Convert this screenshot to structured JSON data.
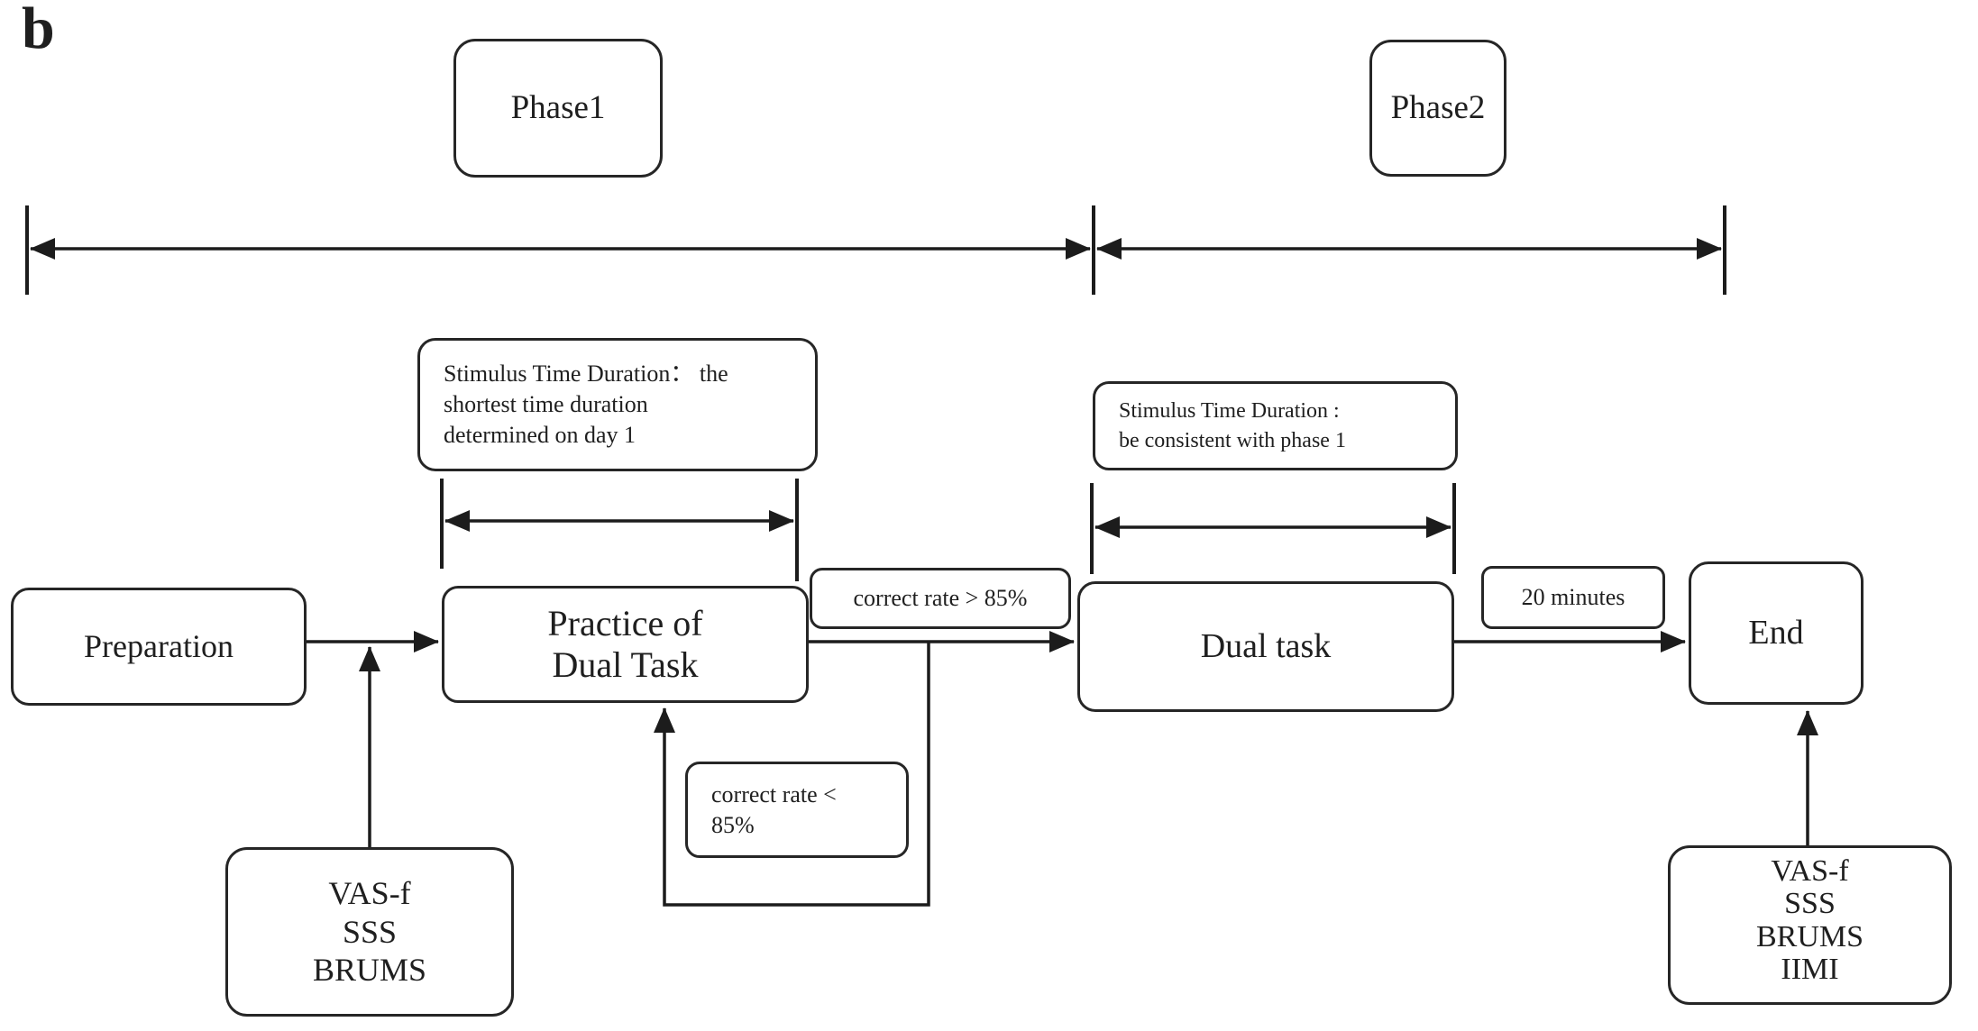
{
  "figure_label": "b",
  "colors": {
    "line": "#1c1c1c",
    "box_border": "#262626",
    "background": "#ffffff",
    "text": "#1f1f1f"
  },
  "phase_labels": {
    "phase1": "Phase1",
    "phase2": "Phase2"
  },
  "nodes": {
    "preparation": "Preparation",
    "practice_of_dual_task": "Practice of\nDual Task",
    "dual_task": "Dual task",
    "end": "End",
    "questionnaires_phase1": "VAS-f\nSSS\nBRUMS",
    "questionnaires_phase2": "VAS-f\nSSS\nBRUMS\nIIMI"
  },
  "annotations": {
    "stimulus_duration_phase1": "Stimulus Time Duration：  the\nshortest time duration\ndetermined on day 1",
    "stimulus_duration_phase2": "Stimulus Time Duration :\nbe consistent with phase 1",
    "correct_rate_high": "correct rate > 85%",
    "correct_rate_low": "correct rate <\n85%",
    "wait_duration": "20 minutes"
  }
}
